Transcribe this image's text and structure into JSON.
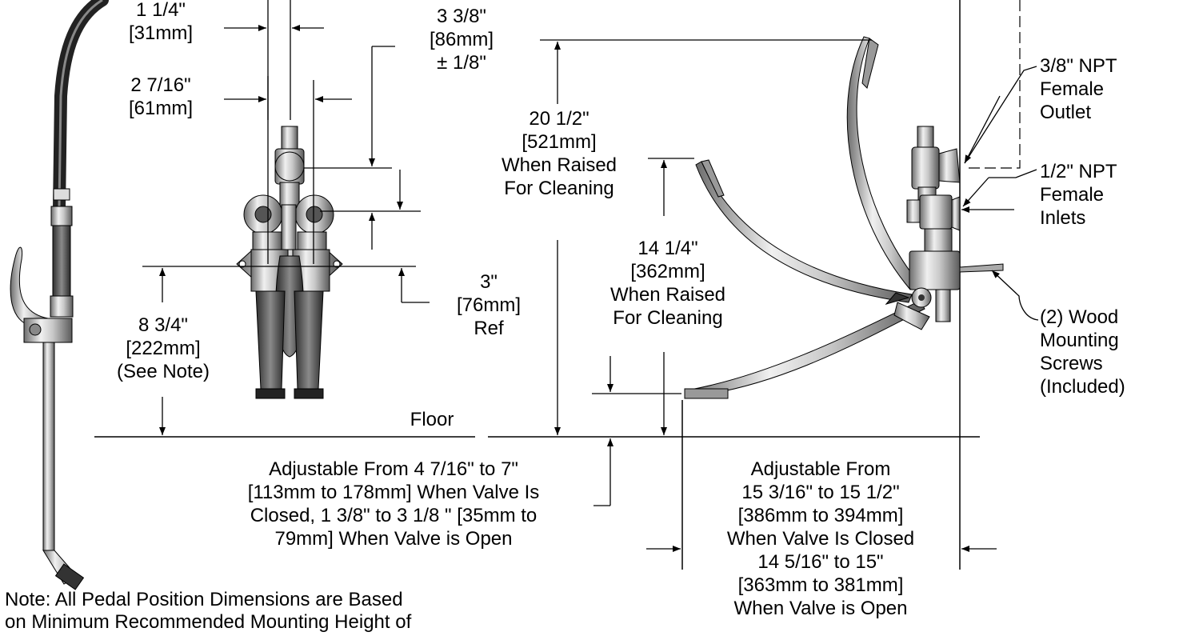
{
  "dimensions": {
    "d_1_1_4": [
      "1 1/4\"",
      "[31mm]"
    ],
    "d_2_7_16": [
      "2 7/16\"",
      "[61mm]"
    ],
    "d_3_3_8": [
      "3 3/8\"",
      "[86mm]",
      "± 1/8\""
    ],
    "d_20_1_2": [
      "20 1/2\"",
      "[521mm]",
      "When Raised",
      "For Cleaning"
    ],
    "d_14_1_4": [
      "14 1/4\"",
      "[362mm]",
      "When Raised",
      "For Cleaning"
    ],
    "d_3": [
      "3\"",
      "[76mm]",
      "Ref"
    ],
    "d_8_3_4": [
      "8 3/4\"",
      "[222mm]",
      "(See Note)"
    ],
    "floor": "Floor",
    "adj_height": [
      "Adjustable From 4 7/16\" to 7\"",
      "[113mm to 178mm] When Valve Is",
      "Closed, 1 3/8\" to 3 1/8 \" [35mm to",
      "79mm] When Valve is Open"
    ],
    "adj_depth": [
      "Adjustable From",
      "15 3/16\" to 15 1/2\"",
      "[386mm to 394mm]",
      "When Valve Is Closed",
      "14 5/16\" to 15\"",
      "[363mm to 381mm]",
      "When Valve is Open"
    ]
  },
  "callouts": {
    "outlet": [
      "3/8\" NPT",
      "Female",
      "Outlet"
    ],
    "inlets": [
      "1/2\" NPT",
      "Female",
      "Inlets"
    ],
    "screws": [
      "(2) Wood",
      "Mounting",
      "Screws",
      "(Included)"
    ]
  },
  "note": [
    "Note: All Pedal Position Dimensions are Based",
    "on Minimum Recommended Mounting Height of"
  ]
}
